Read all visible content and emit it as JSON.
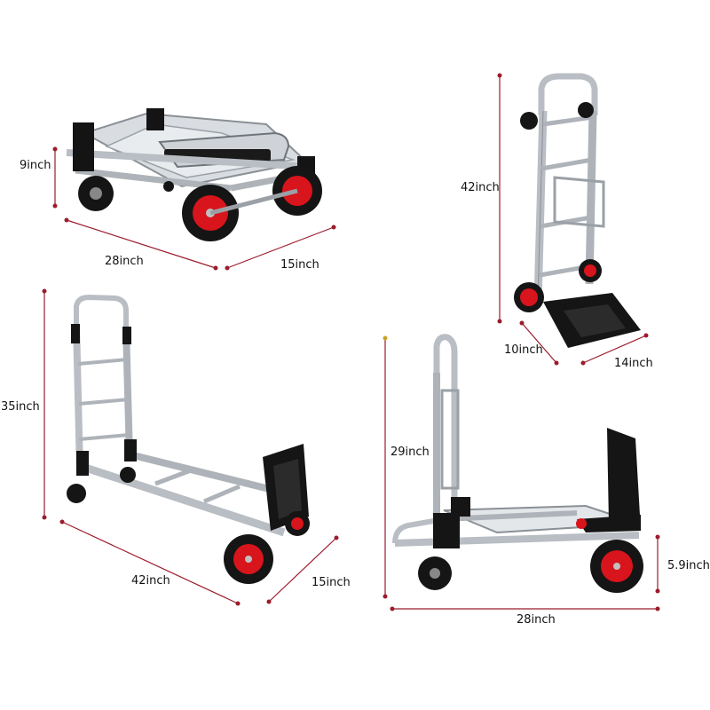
{
  "colors": {
    "dimension_line": "#9b1c2c",
    "frame": "#c9cdd2",
    "frame_dark": "#8a9096",
    "plate": "#111111",
    "tire": "#151515",
    "hub": "#d8141c",
    "background": "#ffffff"
  },
  "views": {
    "folded_cart": {
      "height": "9inch",
      "length": "28inch",
      "width": "15inch"
    },
    "hand_truck_upright": {
      "height": "42inch",
      "depth": "10inch",
      "width": "14inch"
    },
    "flat_cart_long": {
      "height": "35inch",
      "length": "42inch",
      "width": "15inch"
    },
    "platform_cart": {
      "height": "29inch",
      "length": "28inch",
      "deck_height": "5.9inch"
    }
  }
}
